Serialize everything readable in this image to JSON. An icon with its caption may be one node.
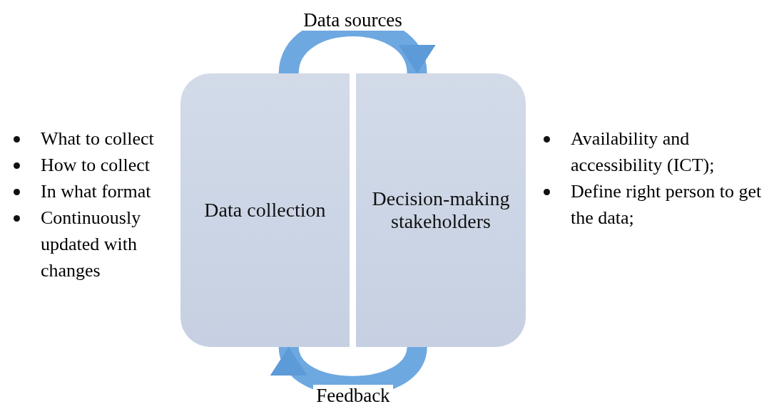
{
  "diagram": {
    "nodes": [
      {
        "text": [
          "Data collection"
        ],
        "beside": [
          "What to collect",
          "How to collect",
          "In what format",
          "Continuously updated with changes"
        ]
      },
      {
        "text": [
          "Decision-making stakeholders"
        ],
        "beside": [
          "Availability and accessibility (ICT);",
          "Define right person to get the data;"
        ]
      }
    ],
    "edges": [
      {
        "from": 0,
        "to": 1,
        "arrow": "to",
        "label": "Data sources"
      },
      {
        "from": 1,
        "to": 0,
        "arrow": "to",
        "label": "Feedback"
      }
    ]
  }
}
